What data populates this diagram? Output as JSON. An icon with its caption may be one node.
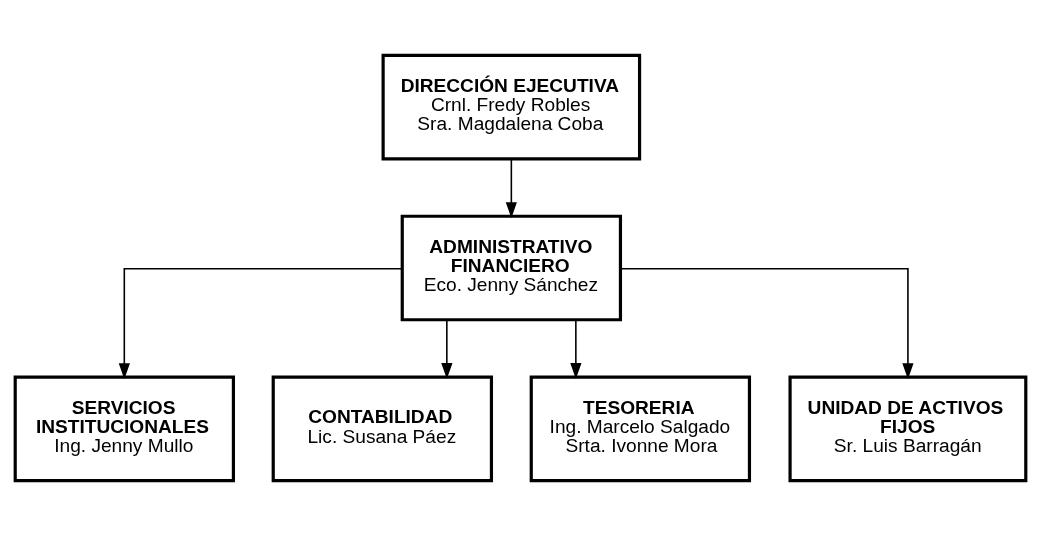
{
  "diagram": {
    "nodes": [
      {
        "text": [
          "DIRECCIÓN EJECUTIVA",
          "Crnl. Fredy Robles Sra. Magdalena Coba"
        ]
      },
      {
        "text": [
          "ADMINISTRATIVO FINANCIERO",
          "Eco. Jenny Sánchez"
        ]
      },
      {
        "text": [
          "SERVICIOS INSTITUCIONALES",
          "Ing. Jenny Mullo"
        ]
      },
      {
        "text": [
          "CONTABILIDAD",
          "Lic. Susana Páez"
        ]
      },
      {
        "text": [
          "TESORERIA",
          "Ing. Marcelo Salgado Srta. Ivonne Mora"
        ]
      },
      {
        "text": [
          "UNIDAD DE ACTIVOS FIJOS",
          "Sr. Luis Barragán"
        ]
      }
    ],
    "edges": [
      {
        "from": 0,
        "to": 1,
        "arrow": "to"
      },
      {
        "from": 1,
        "to": 2,
        "arrow": "to"
      },
      {
        "from": 1,
        "to": 3,
        "arrow": "to"
      },
      {
        "from": 1,
        "to": 4,
        "arrow": "to"
      },
      {
        "from": 1,
        "to": 5,
        "arrow": "to"
      }
    ]
  }
}
